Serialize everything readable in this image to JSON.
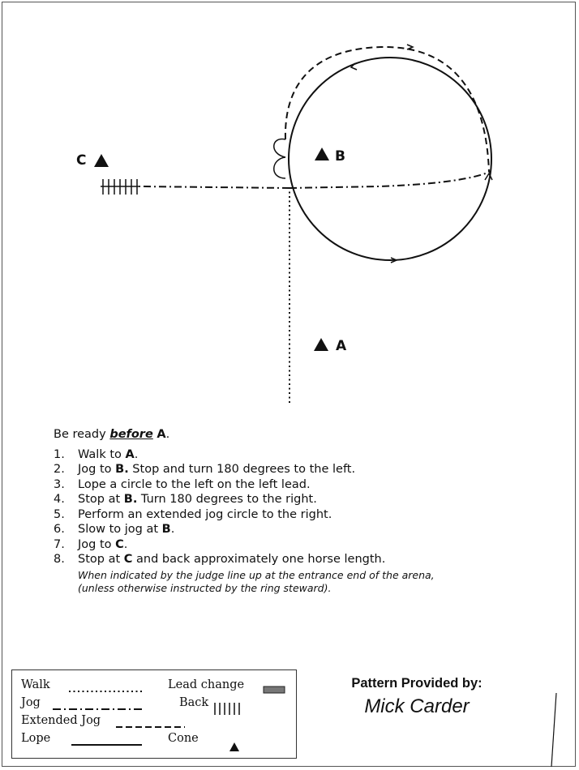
{
  "cones": [
    {
      "label": "C"
    },
    {
      "label": "B"
    },
    {
      "label": "A"
    }
  ],
  "instructions": {
    "intro_prefix": "Be ready ",
    "intro_emph": "before",
    "intro_target": "A",
    "intro_suffix": ".",
    "steps": [
      {
        "num": "1.",
        "pre": "Walk to ",
        "bold": "A",
        "post": "."
      },
      {
        "num": "2.",
        "pre": "Jog to ",
        "bold": "B.",
        "post": " Stop and turn 180 degrees to the left."
      },
      {
        "num": "3.",
        "pre": "Lope a circle to the left on the left lead.",
        "bold": "",
        "post": ""
      },
      {
        "num": "4.",
        "pre": "Stop at ",
        "bold": "B.",
        "post": " Turn 180 degrees to the right."
      },
      {
        "num": "5.",
        "pre": "Perform an extended jog circle to the right.",
        "bold": "",
        "post": ""
      },
      {
        "num": "6.",
        "pre": "Slow to jog at ",
        "bold": "B",
        "post": "."
      },
      {
        "num": "7.",
        "pre": "Jog to ",
        "bold": "C",
        "post": "."
      },
      {
        "num": "8.",
        "pre": "Stop at ",
        "bold": "C",
        "post": " and back approximately one horse length."
      }
    ],
    "note_line1": "When indicated by the judge line up at the entrance end of the arena,",
    "note_line2": "(unless otherwise instructed by the ring steward)."
  },
  "legend": {
    "walk": "Walk",
    "jog": "Jog",
    "extended_jog": "Extended Jog",
    "lope": "Lope",
    "lead_change": "Lead change",
    "back": "Back",
    "cone": "Cone"
  },
  "credit": {
    "title": "Pattern Provided by:",
    "name": "Mick Carder"
  }
}
